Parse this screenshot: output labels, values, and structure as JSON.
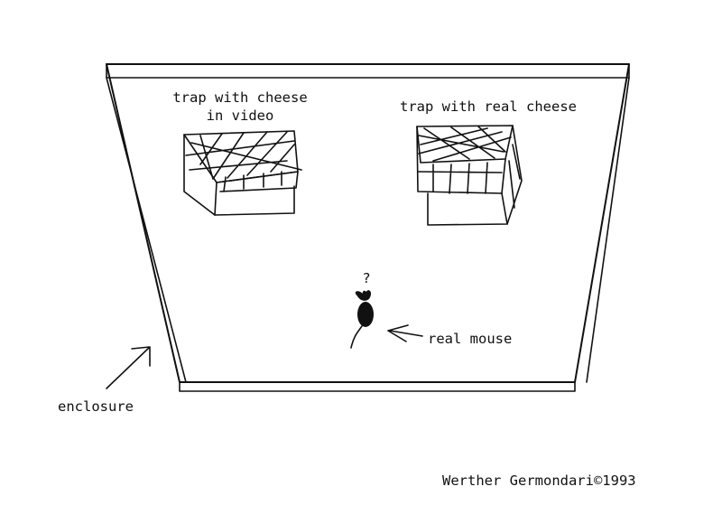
{
  "labels": {
    "trap_video_line1": "trap with cheese",
    "trap_video_line2": "in video",
    "trap_real": "trap with real cheese",
    "question_mark": "?",
    "real_mouse": "real mouse",
    "enclosure": "enclosure",
    "signature": "Werther Germondari©1993"
  },
  "colors": {
    "ink": "#111111",
    "paper": "#ffffff"
  }
}
